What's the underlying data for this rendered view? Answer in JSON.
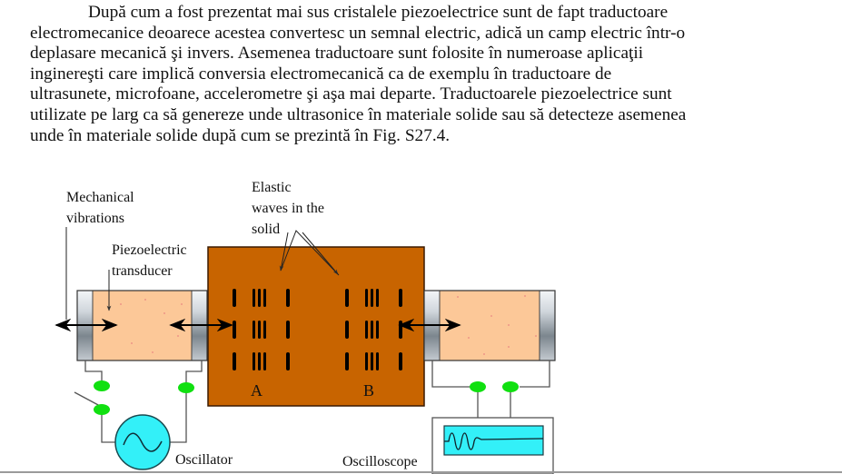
{
  "document": {
    "paragraph": {
      "lines": [
        "După cum a fost prezentat mai sus cristalele piezoelectrice sunt de fapt traductoare",
        "electromecanice deoarece acestea convertesc un semnal electric, adică un camp electric într-o",
        "deplasare mecanică şi invers. Asemenea traductoare sunt folosite în numeroase aplicaţii",
        "inginereşti care implică conversia electromecanică ca de exemplu în traductoare de",
        "ultrasunete, microfoane, accelerometre şi aşa mai departe. Traductoarele piezoelectrice sunt",
        "utilizate pe larg ca să genereze unde ultrasonice în materiale solide sau să detecteze asemenea",
        "unde în materiale solide după cum se prezintă în Fig. S27.4."
      ]
    },
    "figure": {
      "labels": {
        "mechanical_vibrations_1": "Mechanical",
        "mechanical_vibrations_2": "vibrations",
        "piezo_1": "Piezoelectric",
        "piezo_2": "transducer",
        "elastic_1": "Elastic",
        "elastic_2": "waves in the",
        "elastic_3": "solid",
        "point_a": "A",
        "point_b": "B",
        "oscillator": "Oscillator",
        "oscilloscope": "Oscilloscope"
      },
      "colors": {
        "solid_block": "#c86400",
        "transducer_crystal": "#fcc898",
        "contact_dot": "#10e010",
        "oscillator_fill": "#33f0f8",
        "scope_screen": "#33f0f8"
      }
    }
  }
}
